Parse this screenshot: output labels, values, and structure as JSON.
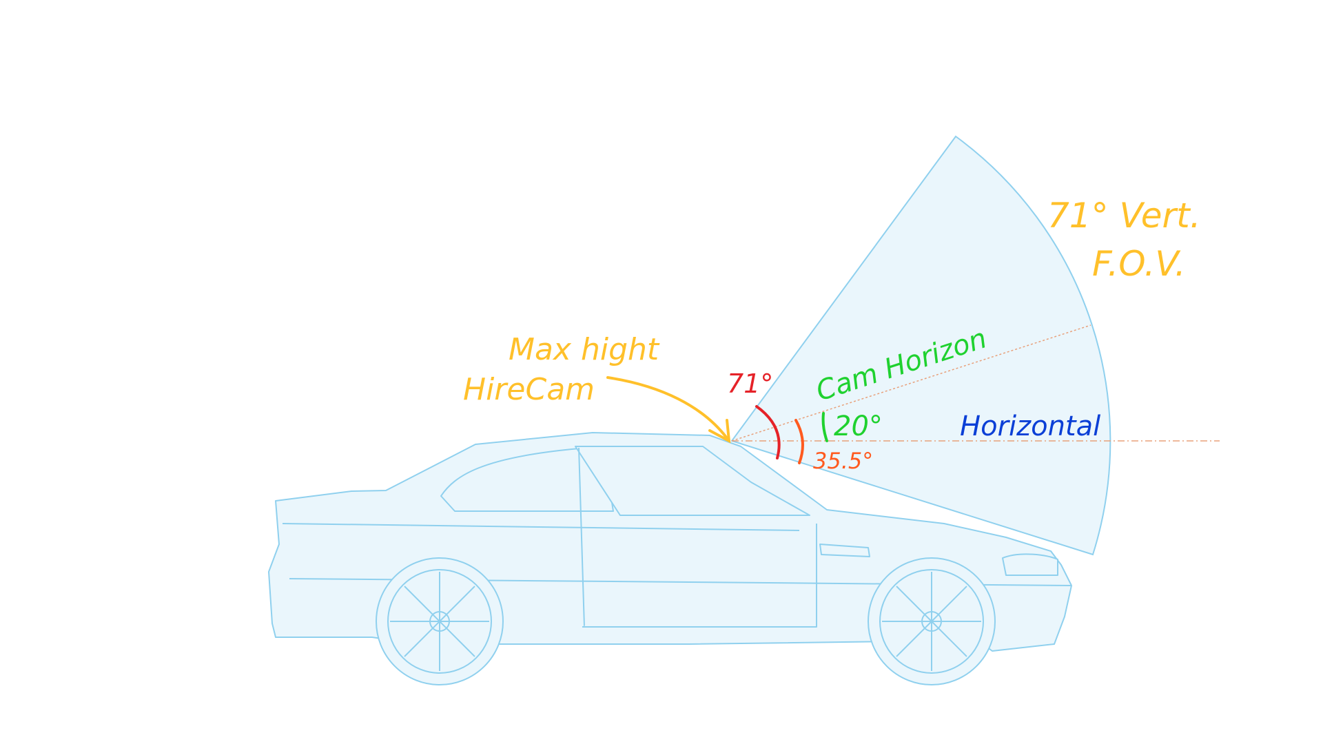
{
  "labels": {
    "max_height": "Max hight",
    "hirecam": "HireCam",
    "fov_line1": "71° Vert.",
    "fov_line2": "F.O.V.",
    "fov_angle": "71°",
    "cam_horizon": "Cam Horizon",
    "tilt_angle": "20°",
    "lower_angle": "35.5°",
    "horizontal": "Horizontal"
  },
  "colors": {
    "outline": "#8fd0ee",
    "fill": "#eaf6fc",
    "yellow": "#ffc02a",
    "red": "#e52228",
    "orange": "#ff5a1f",
    "green": "#1fd12f",
    "blue": "#0a3fd6",
    "guide": "#e8a07a"
  }
}
